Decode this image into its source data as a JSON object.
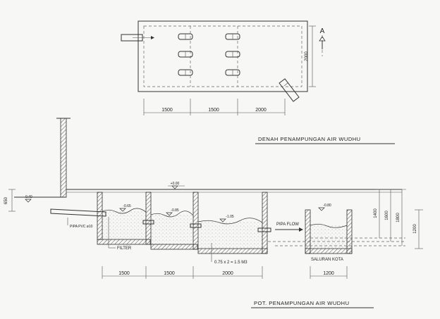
{
  "plan": {
    "title": "DENAH PENAMPUNGAN AIR WUDHU",
    "dimensions": [
      "1500",
      "1500",
      "2000"
    ],
    "height_dim": "2000",
    "section_marker": "A"
  },
  "section": {
    "title": "POT. PENAMPUNGAN AIR WUDHU",
    "dimensions": [
      "1500",
      "1500",
      "2000"
    ],
    "city_dim": "1200",
    "labels": {
      "pipe_pvc": "PIPA PVC ø10",
      "filter": "FILTER",
      "volume": "0.75 x 2 = 1.5 M3",
      "pipe_flow": "PIPA FLOW",
      "city_channel": "SALURAN KOTA"
    },
    "levels": {
      "top": "+0.00",
      "inlet": "-0.40",
      "tank1": "-0.65",
      "tank2": "-0.85",
      "tank3": "-1.05",
      "city": "-0.80"
    },
    "left_dim": "650",
    "right_dims": [
      "1400",
      "1600",
      "1800",
      "1200"
    ]
  }
}
